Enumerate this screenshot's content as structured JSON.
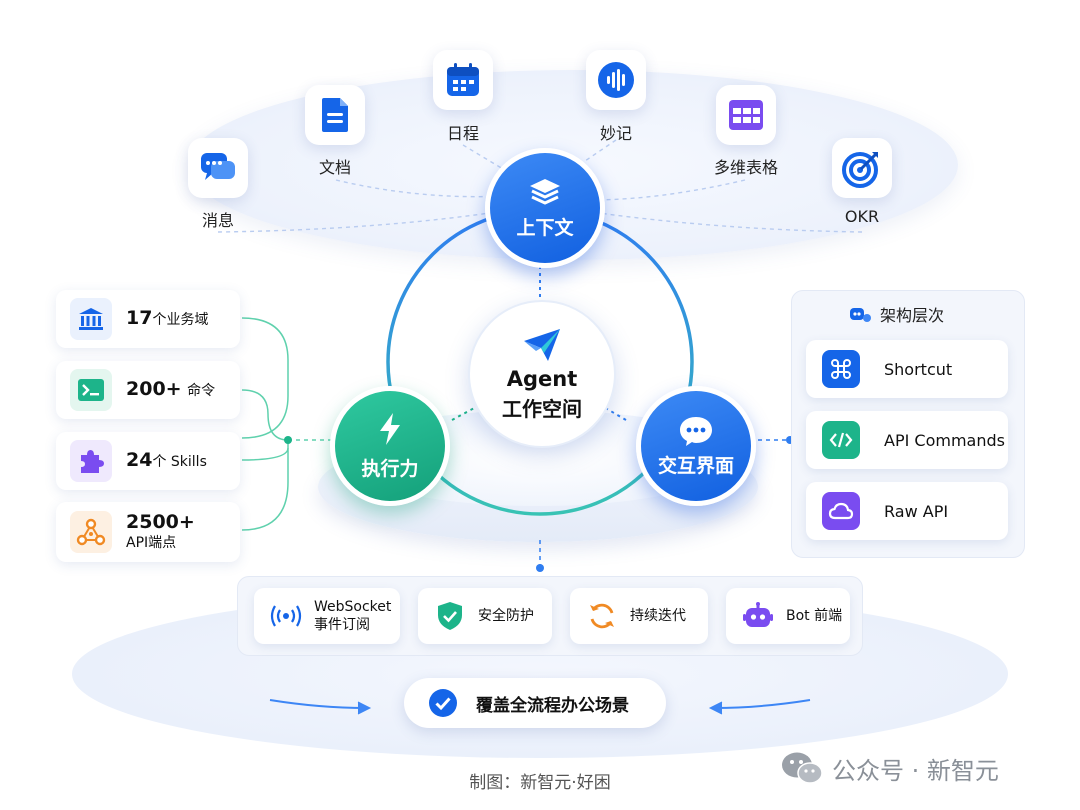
{
  "colors": {
    "blue": "#1565e8",
    "blue_light": "#3d86f5",
    "teal": "#1db48a",
    "purple": "#7a4cf0",
    "orange": "#f08a24",
    "text": "#1c2333"
  },
  "top_apps": [
    {
      "label": "消息",
      "icon": "chat-bubbles-icon"
    },
    {
      "label": "文档",
      "icon": "document-icon"
    },
    {
      "label": "日程",
      "icon": "calendar-icon"
    },
    {
      "label": "妙记",
      "icon": "audio-wave-icon"
    },
    {
      "label": "多维表格",
      "icon": "table-grid-icon"
    },
    {
      "label": "OKR",
      "icon": "target-icon"
    }
  ],
  "core": {
    "top_label": "上下文",
    "left_label": "执行力",
    "right_label": "交互界面",
    "center_title": "Agent",
    "center_subtitle": "工作空间"
  },
  "left_cards": [
    {
      "num": "17",
      "text": "个业务域",
      "icon": "bank-icon"
    },
    {
      "num": "200+",
      "text": "命令",
      "icon": "terminal-icon"
    },
    {
      "num": "24",
      "text": "个 Skills",
      "icon": "puzzle-icon"
    },
    {
      "num": "2500+",
      "text": "API端点",
      "icon": "nodes-icon"
    }
  ],
  "arch": {
    "title": "架构层次",
    "items": [
      {
        "label": "Shortcut",
        "icon": "command-key-icon"
      },
      {
        "label": "API Commands",
        "icon": "code-brackets-icon"
      },
      {
        "label": "Raw API",
        "icon": "cloud-icon"
      }
    ]
  },
  "features": [
    {
      "label_line1": "WebSocket",
      "label_line2": "事件订阅",
      "icon": "broadcast-icon"
    },
    {
      "label_line1": "安全防护",
      "label_line2": "",
      "icon": "shield-check-icon"
    },
    {
      "label_line1": "持续迭代",
      "label_line2": "",
      "icon": "refresh-icon"
    },
    {
      "label_line1": "Bot 前端",
      "label_line2": "",
      "icon": "robot-icon"
    }
  ],
  "coverage": "覆盖全流程办公场景",
  "credit": "制图：新智元·好困",
  "watermark": "公众号 · 新智元"
}
